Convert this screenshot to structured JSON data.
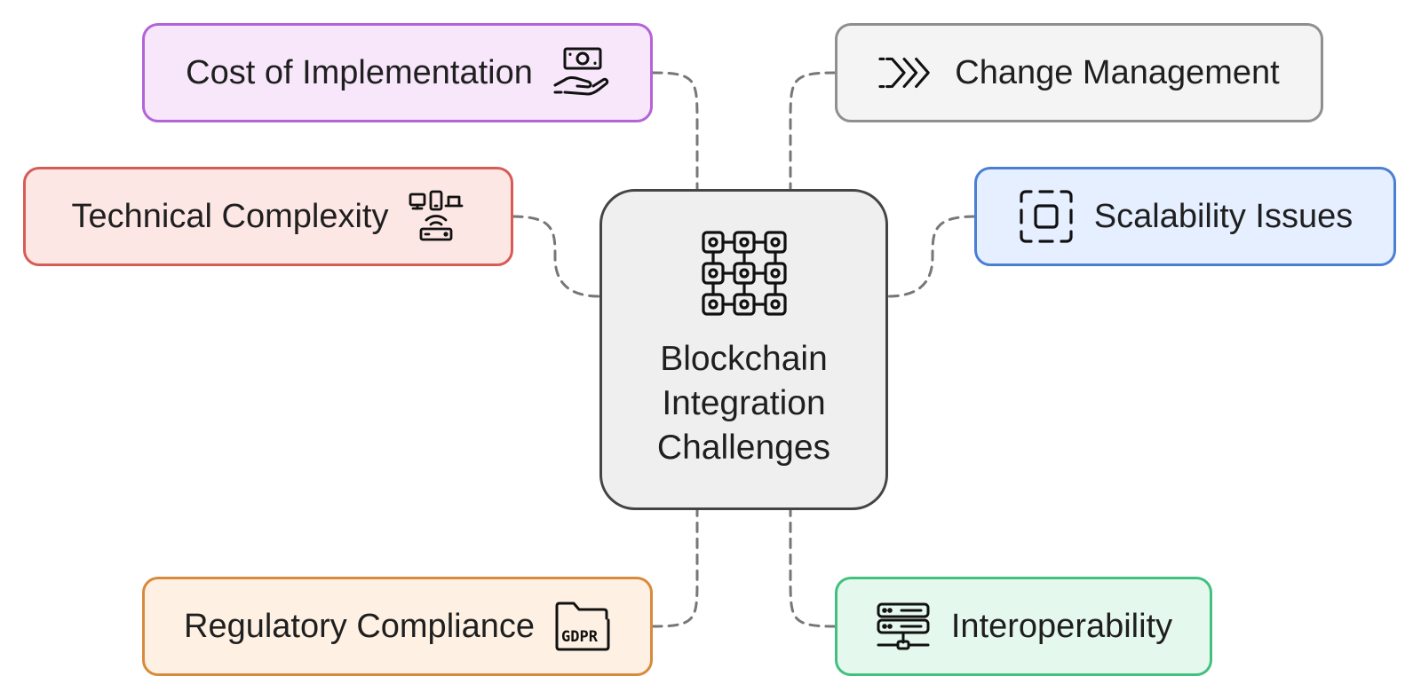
{
  "center": {
    "title": "Blockchain Integration Challenges",
    "icon": "blockchain-network-icon",
    "fill": "#efefef",
    "border": "#444444"
  },
  "nodes": [
    {
      "id": "cost",
      "label": "Cost of Implementation",
      "icon": "money-hand-icon",
      "fill": "#f8e6fb",
      "border": "#b264d8"
    },
    {
      "id": "change",
      "label": "Change Management",
      "icon": "forward-chevrons-icon",
      "fill": "#f4f4f4",
      "border": "#8f8f8f"
    },
    {
      "id": "technical",
      "label": "Technical Complexity",
      "icon": "network-devices-icon",
      "fill": "#fde7e5",
      "border": "#d65c55"
    },
    {
      "id": "scalability",
      "label": "Scalability Issues",
      "icon": "resize-square-icon",
      "fill": "#e6efff",
      "border": "#4a7fd4"
    },
    {
      "id": "regulatory",
      "label": "Regulatory Compliance",
      "icon": "gdpr-folder-icon",
      "fill": "#fef1e3",
      "border": "#d88a3c"
    },
    {
      "id": "interop",
      "label": "Interoperability",
      "icon": "server-stack-icon",
      "fill": "#e5f8ee",
      "border": "#42c07e"
    }
  ],
  "connector_color": "#777777"
}
